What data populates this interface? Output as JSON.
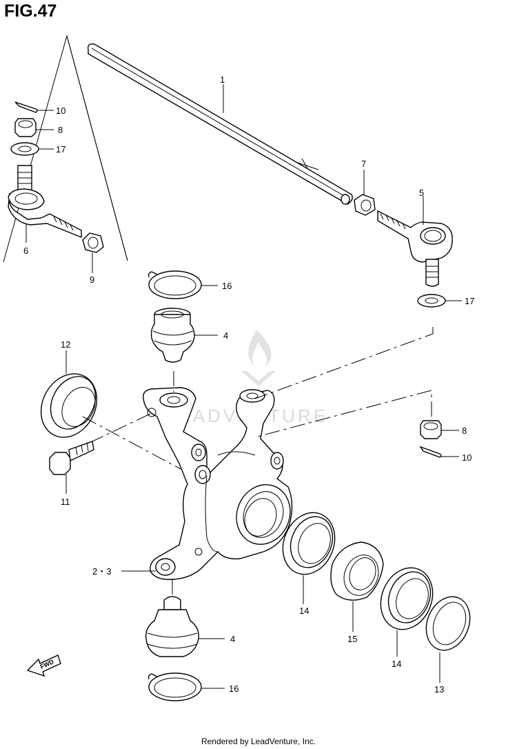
{
  "figure": {
    "title": "FIG.47"
  },
  "watermark": {
    "text": "LEADVENTURE"
  },
  "fwd_badge": {
    "text": "FWD"
  },
  "footer": {
    "text": "Rendered by LeadVenture, Inc."
  },
  "callouts": [
    {
      "id": "c1",
      "text": "1"
    },
    {
      "id": "c10a",
      "text": "10"
    },
    {
      "id": "c8a",
      "text": "8"
    },
    {
      "id": "c17a",
      "text": "17"
    },
    {
      "id": "c7",
      "text": "7"
    },
    {
      "id": "c5",
      "text": "5"
    },
    {
      "id": "c6",
      "text": "6"
    },
    {
      "id": "c9",
      "text": "9"
    },
    {
      "id": "c16a",
      "text": "16"
    },
    {
      "id": "c17b",
      "text": "17"
    },
    {
      "id": "c4a",
      "text": "4"
    },
    {
      "id": "c12",
      "text": "12"
    },
    {
      "id": "c8b",
      "text": "8"
    },
    {
      "id": "c10b",
      "text": "10"
    },
    {
      "id": "c11",
      "text": "11"
    },
    {
      "id": "c23",
      "text": "2・3"
    },
    {
      "id": "c14a",
      "text": "14"
    },
    {
      "id": "c15",
      "text": "15"
    },
    {
      "id": "c14b",
      "text": "14"
    },
    {
      "id": "c4b",
      "text": "4"
    },
    {
      "id": "c13",
      "text": "13"
    },
    {
      "id": "c16b",
      "text": "16"
    }
  ]
}
